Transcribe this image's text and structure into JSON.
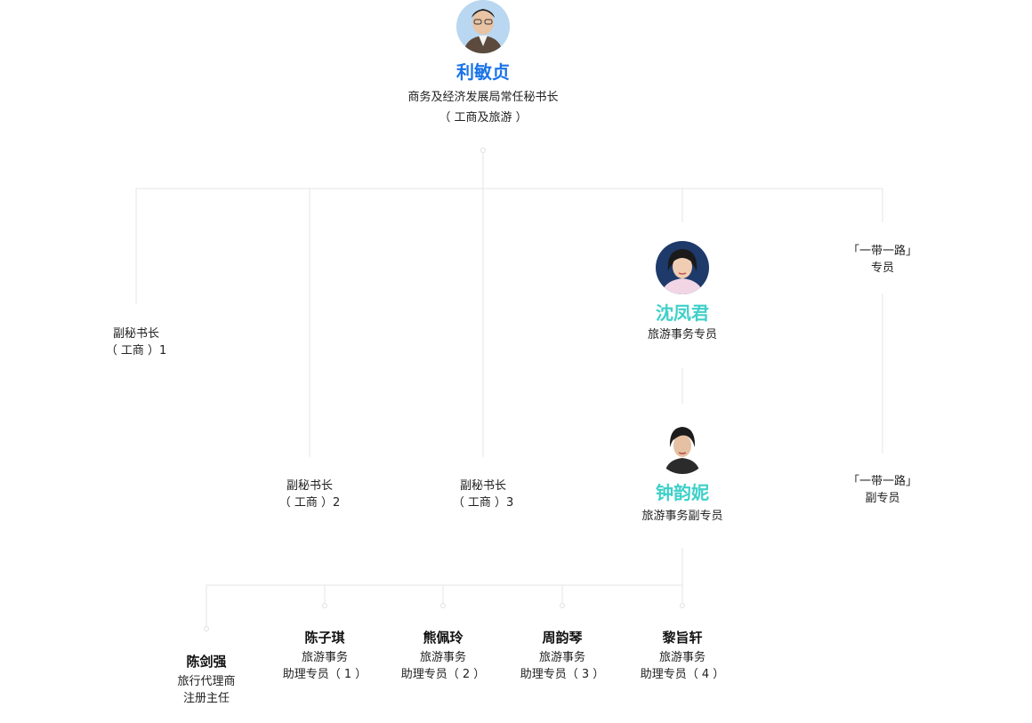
{
  "colors": {
    "line": "#e6e6e6",
    "head_name": "#1a73e8",
    "tourism_name": "#3fd0c9",
    "text": "#222222"
  },
  "head": {
    "name": "利敏贞",
    "title_line1": "商务及经济发展局常任秘书长",
    "title_line2": "（ 工商及旅游 ）"
  },
  "branches": {
    "dss1": {
      "label": "副秘书长\n（ 工商 ）1"
    },
    "dss2": {
      "label": "副秘书长\n（ 工商 ）2"
    },
    "dss3": {
      "label": "副秘书长\n（ 工商 ）3"
    },
    "tourism_commissioner": {
      "name": "沈凤君",
      "title": "旅游事务专员"
    },
    "deputy_tourism_commissioner": {
      "name": "钟韵妮",
      "title": "旅游事务副专员"
    },
    "bnr_commissioner": {
      "label": "「一带一路」\n专员"
    },
    "bnr_deputy": {
      "label": "「一带一路」\n副专员"
    }
  },
  "staff": [
    {
      "name": "陈剑强",
      "title": "旅行代理商\n注册主任"
    },
    {
      "name": "陈子琪",
      "title": "旅游事务\n助理专员（ 1 ）"
    },
    {
      "name": "熊佩玲",
      "title": "旅游事务\n助理专员（ 2 ）"
    },
    {
      "name": "周韵琴",
      "title": "旅游事务\n助理专员（ 3 ）"
    },
    {
      "name": "黎旨轩",
      "title": "旅游事务\n助理专员（ 4 ）"
    }
  ]
}
